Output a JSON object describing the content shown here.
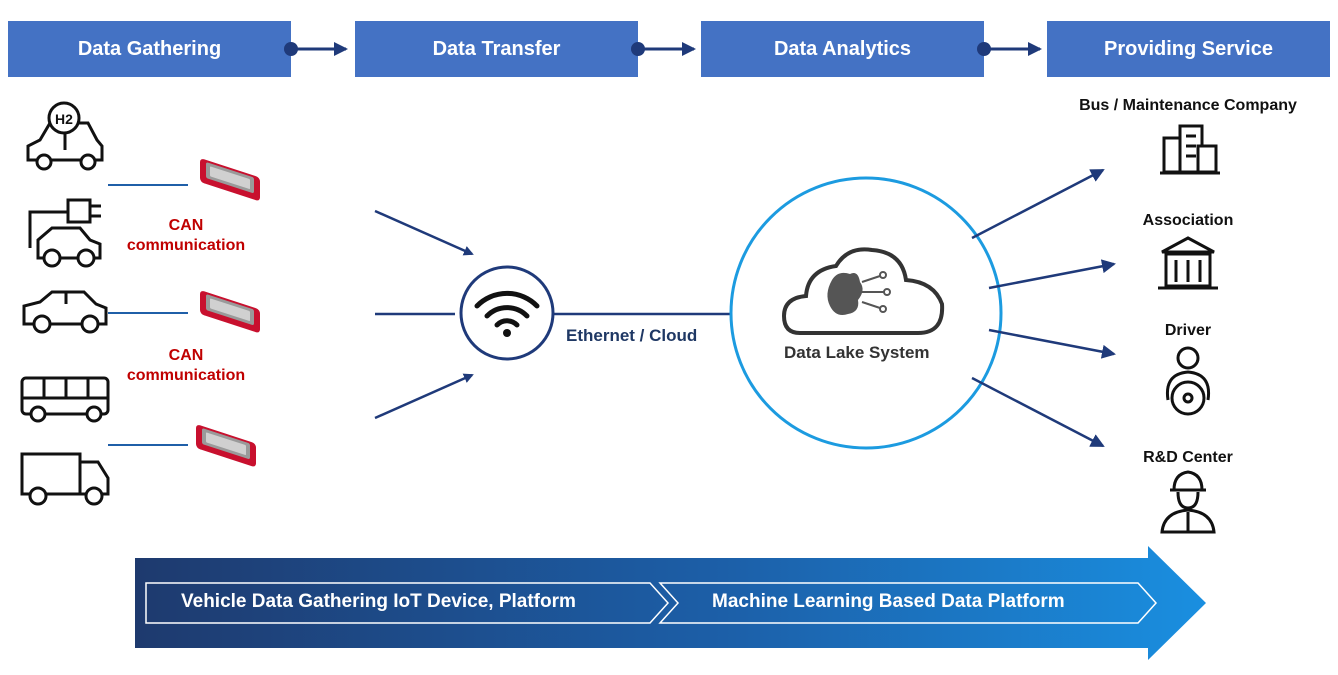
{
  "stages": [
    {
      "label": "Data Gathering"
    },
    {
      "label": "Data Transfer"
    },
    {
      "label": "Data Analytics"
    },
    {
      "label": "Providing Service"
    }
  ],
  "hydrogen_badge": "H2",
  "can_labels": [
    "CAN\ncommunication",
    "CAN\ncommunication"
  ],
  "network_label": "Ethernet / Cloud",
  "data_lake_label": "Data Lake System",
  "services": [
    {
      "label": "Bus / Maintenance Company",
      "icon": "office-building-icon"
    },
    {
      "label": "Association",
      "icon": "government-building-icon"
    },
    {
      "label": "Driver",
      "icon": "driver-icon"
    },
    {
      "label": "R&D Center",
      "icon": "engineer-icon"
    }
  ],
  "vehicles": [
    "hydrogen-car-icon",
    "electric-car-icon",
    "car-icon",
    "bus-icon",
    "truck-icon"
  ],
  "platform_band": {
    "left": "Vehicle Data Gathering IoT Device, Platform",
    "right": "Machine Learning Based Data Platform"
  },
  "colors": {
    "header_blue": "#4472c4",
    "arrow_navy": "#1f3a7a",
    "can_red": "#c00000",
    "circle_blue": "#1c9be0",
    "band_dark": "#1e3a6e",
    "band_light": "#1a8fe0"
  }
}
